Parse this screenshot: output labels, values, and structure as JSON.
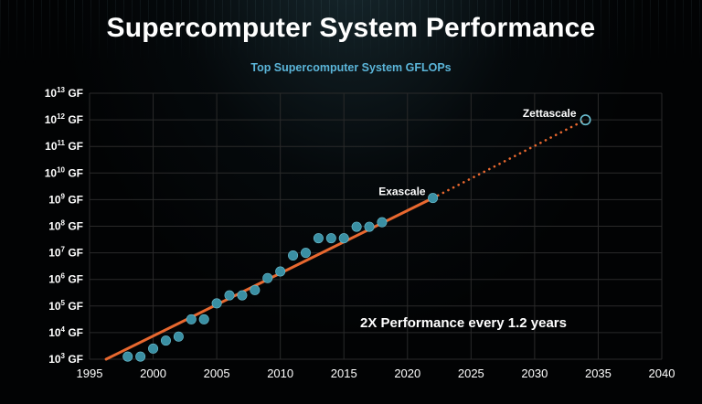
{
  "slide": {
    "title": "Supercomputer System Performance",
    "subtitle": "Top Supercomputer System GFLOPs"
  },
  "chart_data": {
    "type": "scatter",
    "title": "Supercomputer System Performance",
    "subtitle": "Top Supercomputer System GFLOPs",
    "xlabel": "",
    "ylabel": "",
    "xlim": [
      1995,
      2040
    ],
    "x_ticks": [
      "1995",
      "2000",
      "2005",
      "2010",
      "2015",
      "2020",
      "2025",
      "2030",
      "2035",
      "2040"
    ],
    "y_scale": "log10",
    "ylim_exponent": [
      3,
      13
    ],
    "y_tick_exponents": [
      "3",
      "4",
      "5",
      "6",
      "7",
      "8",
      "9",
      "10",
      "11",
      "12",
      "13"
    ],
    "y_tick_prefix": "10",
    "y_tick_unit": "GF",
    "grid": true,
    "series": [
      {
        "color": "#3a8fa3",
        "x": [
          1998,
          1999,
          2000,
          2001,
          2002,
          2003,
          2004,
          2005,
          2006,
          2007,
          2008,
          2009,
          2010,
          2011,
          2012,
          2013,
          2014,
          2015,
          2016,
          2017,
          2018,
          2022
        ],
        "log10_gflops": [
          3.1,
          3.1,
          3.4,
          3.7,
          3.85,
          4.5,
          4.5,
          5.1,
          5.4,
          5.4,
          5.6,
          6.05,
          6.3,
          6.9,
          7.0,
          7.55,
          7.55,
          7.55,
          7.98,
          7.98,
          8.15,
          9.06
        ]
      }
    ],
    "trend_line": {
      "color": "#e8682f",
      "solid_from": [
        1996.3,
        3.0
      ],
      "solid_to": [
        2022,
        9.06
      ],
      "dotted_to": [
        2034,
        12.0
      ]
    },
    "annotations": [
      {
        "text": "Exascale",
        "x": 2022,
        "log10_gflops": 9.06
      },
      {
        "text": "Zettascale",
        "x": 2034,
        "log10_gflops": 12.0,
        "marker": "hollow"
      }
    ],
    "callout": "2X Performance every 1.2 years"
  },
  "colors": {
    "background": "#020304",
    "title": "#ffffff",
    "subtitle": "#5bb5d9",
    "points": "#3a8fa3",
    "trend": "#e8682f",
    "grid": "#2a2a2a"
  }
}
